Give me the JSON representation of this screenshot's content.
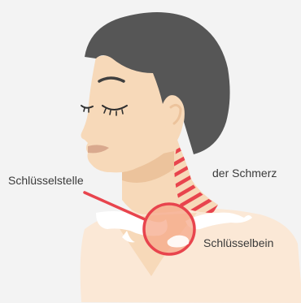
{
  "labels": {
    "clavicle_point": "Schlüsselstelle",
    "pain": "der Schmerz",
    "clavicle": "Schlüsselbein"
  },
  "colors": {
    "background": "#f3f3f3",
    "skin": "#f7d9b9",
    "skin_shadow": "#ecc39c",
    "hair": "#565656",
    "shirt": "#fbe8d6",
    "highlight_red": "#e8444d",
    "highlight_fill": "#f5a889",
    "bone": "#ffffff",
    "text": "#3a3a3a"
  },
  "icons": {
    "figure": "person-neck-illustration",
    "pain_zone": "striped-pain-area",
    "pointer": "clavicle-pointer-line"
  }
}
